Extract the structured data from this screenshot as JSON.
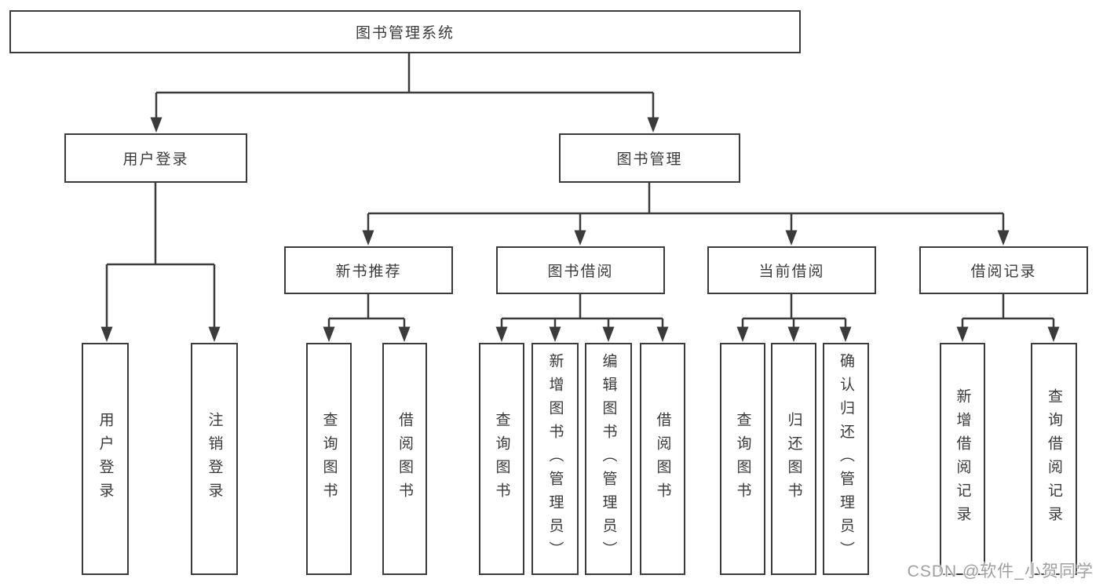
{
  "colors": {
    "background": "#ffffff",
    "line": "#3b3b3b",
    "box_border": "#3b3b3b",
    "text": "#3a3a3a",
    "watermark_text": "#9f9f9f"
  },
  "diagram": {
    "root": {
      "label": "图书管理系统"
    },
    "level1": [
      {
        "label": "用户登录"
      },
      {
        "label": "图书管理"
      }
    ],
    "level2": [
      {
        "parent": "图书管理",
        "label": "新书推荐"
      },
      {
        "parent": "图书管理",
        "label": "图书借阅"
      },
      {
        "parent": "图书管理",
        "label": "当前借阅"
      },
      {
        "parent": "图书管理",
        "label": "借阅记录"
      }
    ],
    "leaves": [
      {
        "parent": "用户登录",
        "label": "用户登录"
      },
      {
        "parent": "用户登录",
        "label": "注销登录"
      },
      {
        "parent": "新书推荐",
        "label": "查询图书"
      },
      {
        "parent": "新书推荐",
        "label": "借阅图书"
      },
      {
        "parent": "图书借阅",
        "label": "查询图书"
      },
      {
        "parent": "图书借阅",
        "label": "新增图书（管理员）"
      },
      {
        "parent": "图书借阅",
        "label": "编辑图书（管理员）"
      },
      {
        "parent": "图书借阅",
        "label": "借阅图书"
      },
      {
        "parent": "当前借阅",
        "label": "查询图书"
      },
      {
        "parent": "当前借阅",
        "label": "归还图书"
      },
      {
        "parent": "当前借阅",
        "label": "确认归还（管理员）"
      },
      {
        "parent": "借阅记录",
        "label": "新增借阅记录"
      },
      {
        "parent": "借阅记录",
        "label": "查询借阅记录"
      }
    ]
  },
  "watermark": {
    "text": "CSDN @软件_小贺同学"
  }
}
